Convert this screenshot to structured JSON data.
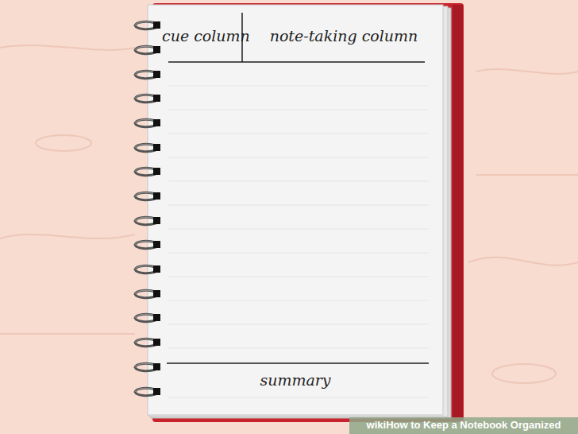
{
  "diagram": {
    "labels": [
      "cue column",
      "note-taking column",
      "summary",
      "wikiHow to Keep a Notebook Organized"
    ]
  }
}
